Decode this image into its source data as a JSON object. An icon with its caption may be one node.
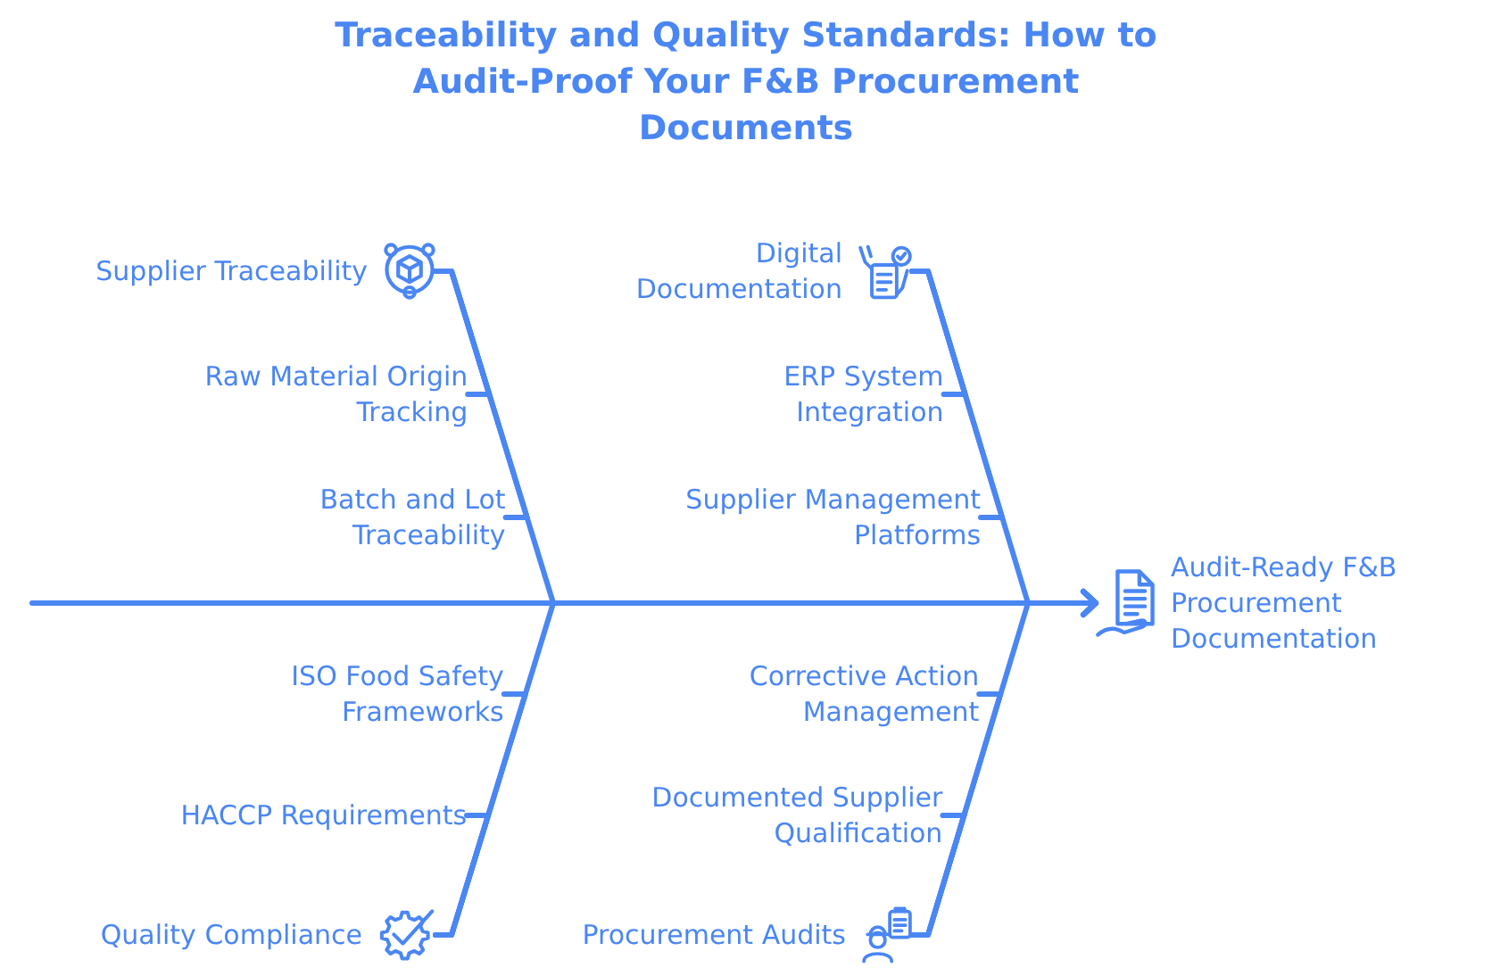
{
  "diagram": {
    "title": "Traceability and Quality Standards: How to Audit-Proof Your F&B Procurement Documents",
    "nodes": [
      {
        "text": [
          "Supplier Traceability"
        ]
      },
      {
        "text": [
          "Raw Material Origin Tracking"
        ]
      },
      {
        "text": [
          "Batch and Lot Traceability"
        ]
      },
      {
        "text": [
          "Digital Documentation"
        ]
      },
      {
        "text": [
          "ERP System Integration"
        ]
      },
      {
        "text": [
          "Supplier Management Platforms"
        ]
      },
      {
        "text": [
          "ISO Food Safety Frameworks"
        ]
      },
      {
        "text": [
          "HACCP Requirements"
        ]
      },
      {
        "text": [
          "Quality Compliance"
        ]
      },
      {
        "text": [
          "Corrective Action Management"
        ]
      },
      {
        "text": [
          "Documented Supplier Qualification"
        ]
      },
      {
        "text": [
          "Procurement Audits"
        ]
      },
      {
        "text": [
          "Audit-Ready F&B Procurement Documentation"
        ]
      }
    ],
    "edges": [
      {
        "from": null,
        "to": 12,
        "arrow": "to"
      },
      {
        "from": 0,
        "to": 12,
        "arrow": "to"
      },
      {
        "from": 1,
        "to": 0,
        "arrow": "none"
      },
      {
        "from": 2,
        "to": 0,
        "arrow": "none"
      },
      {
        "from": 3,
        "to": 12,
        "arrow": "to"
      },
      {
        "from": 4,
        "to": 3,
        "arrow": "none"
      },
      {
        "from": 5,
        "to": 3,
        "arrow": "none"
      },
      {
        "from": 8,
        "to": 12,
        "arrow": "to"
      },
      {
        "from": 6,
        "to": 8,
        "arrow": "none"
      },
      {
        "from": 7,
        "to": 8,
        "arrow": "none"
      },
      {
        "from": 11,
        "to": 12,
        "arrow": "to"
      },
      {
        "from": 9,
        "to": 11,
        "arrow": "none"
      },
      {
        "from": 10,
        "to": 11,
        "arrow": "none"
      }
    ]
  }
}
